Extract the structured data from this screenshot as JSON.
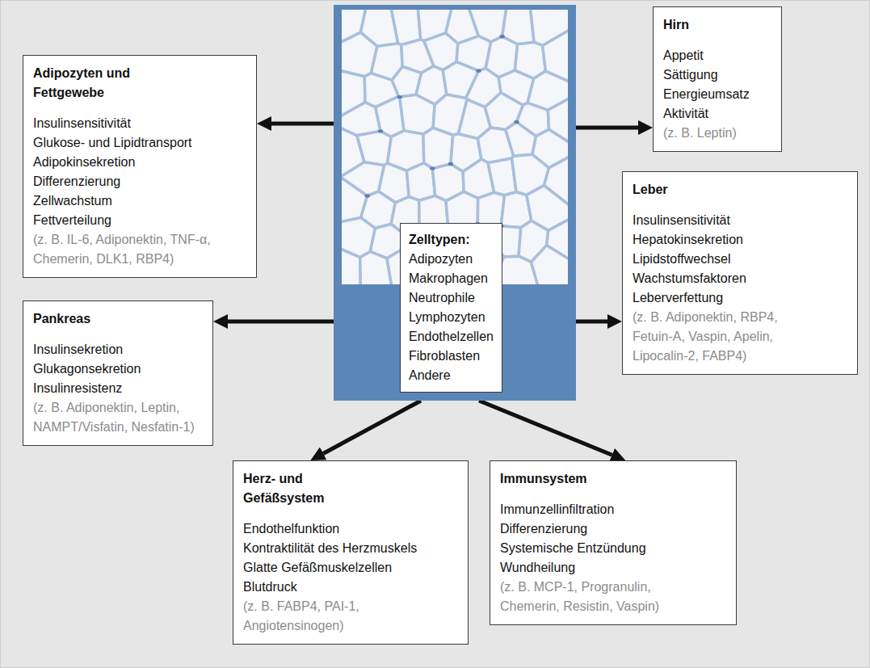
{
  "diagram": {
    "nodes": [
      {
        "text": [
          "Adipozyten und Fettgewebe",
          "Insulinsensitivität",
          "Glukose- und Lipidtransport",
          "Adipokinsekretion",
          "Differenzierung",
          "Zellwachstum",
          "Fettverteilung",
          "(z. B. IL-6, Adiponektin, TNF-α, Chemerin, DLK1, RBP4)"
        ]
      },
      {
        "text": [
          "Zelltypen:",
          "Adipozyten",
          "Makrophagen",
          "Neutrophile",
          "Lymphozyten",
          "Endothelzellen",
          "Fibroblasten",
          "Andere"
        ]
      },
      {
        "text": [
          "Hirn",
          "Appetit",
          "Sättigung",
          "Energieumsatz",
          "Aktivität",
          "(z. B. Leptin)"
        ]
      },
      {
        "text": [
          "Pankreas",
          "Insulinsekretion",
          "Glukagonsekretion",
          "Insulinresistenz",
          "(z. B. Adiponektin, Leptin, NAMPT/Visfatin, Nesfatin-1)"
        ]
      },
      {
        "text": [
          "Leber",
          "Insulinsensitivität",
          "Hepatokinsekretion",
          "Lipidstoffwechsel",
          "Wachstumsfaktoren",
          "Leberverfettung",
          "(z. B. Adiponektin, RBP4, Fetuin-A, Vaspin, Apelin, Lipocalin-2, FABP4)"
        ]
      },
      {
        "text": [
          "Herz- und Gefäßsystem",
          "Endothelfunktion",
          "Kontraktilität des Herzmuskels",
          "Glatte Gefäßmuskelzellen",
          "Blutdruck",
          "(z. B. FABP4, PAI-1, Angiotensinogen)"
        ]
      },
      {
        "text": [
          "Immunsystem",
          "Immunzellinfiltration",
          "Differenzierung",
          "Systemische Entzündung",
          "Wundheilung",
          "(z. B. MCP-1, Progranulin, Chemerin, Resistin, Vaspin)"
        ]
      }
    ],
    "edges": [
      {
        "from": 1,
        "to": 0,
        "arrow": "to"
      },
      {
        "from": 1,
        "to": 2,
        "arrow": "to"
      },
      {
        "from": 1,
        "to": 3,
        "arrow": "to"
      },
      {
        "from": 1,
        "to": 4,
        "arrow": "to"
      },
      {
        "from": 1,
        "to": 5,
        "arrow": "to"
      },
      {
        "from": 1,
        "to": 6,
        "arrow": "to"
      }
    ]
  }
}
